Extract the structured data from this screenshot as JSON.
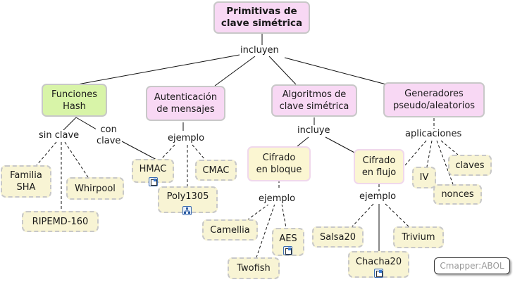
{
  "root": {
    "label": "Primitivas de\nclave simétrica"
  },
  "linking_phrases": {
    "incluyen": "incluyen",
    "sin_clave": "sin clave",
    "con_clave": "con\nclave",
    "ejemplo_mac": "ejemplo",
    "incluye": "incluye",
    "aplicaciones": "aplicaciones",
    "ejemplo_bloque": "ejemplo",
    "ejemplo_flujo": "ejemplo"
  },
  "concepts": {
    "hash": "Funciones\nHash",
    "mac": "Autenticación\nde mensajes",
    "algoritmos": "Algoritmos de\nclave simétrica",
    "generadores": "Generadores\npseudo/aleatorios",
    "bloque": "Cifrado\nen bloque",
    "flujo": "Cifrado\nen flujo"
  },
  "examples": {
    "sha": "Familia\nSHA",
    "whirpool": "Whirpool",
    "ripemd": "RIPEMD-160",
    "hmac": "HMAC",
    "cmac": "CMAC",
    "poly": "Poly1305",
    "camellia": "Camellia",
    "aes": "AES",
    "twofish": "Twofish",
    "salsa": "Salsa20",
    "chacha": "Chacha20",
    "trivium": "Trivium",
    "iv": "IV",
    "claves": "claves",
    "nonces": "nonces"
  },
  "resource_icons": {
    "hmac": "document-resource-icon",
    "poly": "concept-map-resource-icon",
    "aes": "document-resource-icon",
    "chacha": "document-resource-icon"
  },
  "watermark": "Cmapper:ABOL"
}
